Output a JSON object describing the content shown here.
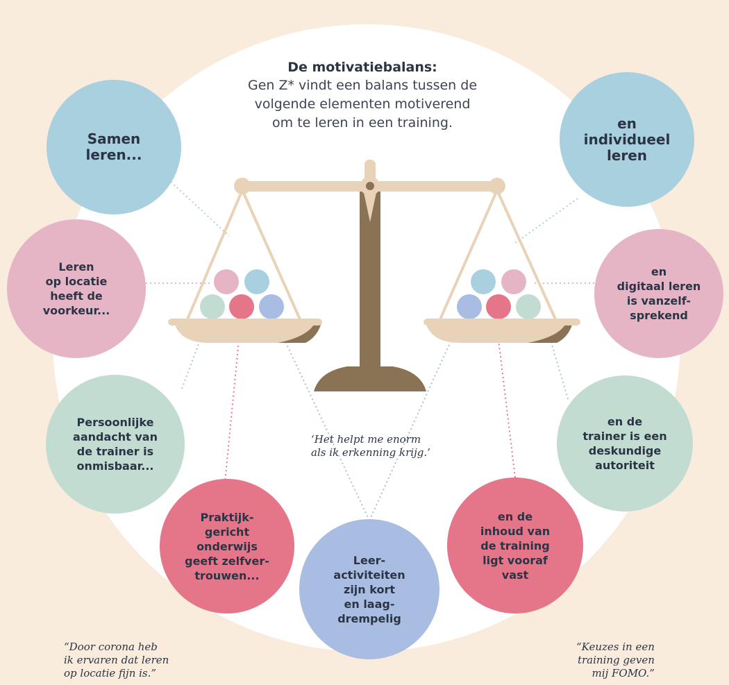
{
  "title": "De motivatiebalans:",
  "subtitle": "Gen Z* vindt een balans tussen de\nvolgende elementen motiverend\nom te leren in een training.",
  "left": [
    {
      "text": "Samen\nleren...",
      "color": "#a8d0de"
    },
    {
      "text": "Leren\nop locatie\nheeft de\nvoorkeur...",
      "color": "#e5b5c6"
    },
    {
      "text": "Persoonlijke\naandacht van\nde trainer is\nonmisbaar...",
      "color": "#c3dcd2"
    },
    {
      "text": "Praktijk-\ngericht\nonderwijs\ngeeft zelfver-\ntrouwen...",
      "color": "#e5768a"
    }
  ],
  "right": [
    {
      "text": "en\nindividueel\nleren",
      "color": "#a8d0de"
    },
    {
      "text": "en\ndigitaal leren\nis vanzelf-\nsprekend",
      "color": "#e5b5c6"
    },
    {
      "text": "en de\ntrainer is een\ndeskundige\nautoriteit",
      "color": "#c3dcd2"
    },
    {
      "text": "en de\ninhoud van\nde training\nligt vooraf\nvast",
      "color": "#e5768a"
    }
  ],
  "center": {
    "text": "Leer-\nactiviteiten\nzijn kort\nen laag-\ndrempelig",
    "color": "#a9bde2"
  },
  "quotes": {
    "center": "‘Het helpt me enorm\nals ik erkenning krijg.’",
    "bottom_left": "“Door corona heb\nik ervaren dat leren\nop locatie fijn is.”",
    "bottom_right": "“Keuzes in een\ntraining geven\nmij FOMO.”"
  },
  "colors": {
    "background": "#f9ecdd",
    "white_disc": "#ffffff",
    "scale_post": "#8a7255",
    "scale_beam": "#e8d3b8",
    "pan_shadow": "#8a7255",
    "ball_blue": "#a8d0de",
    "ball_pink": "#e5b5c6",
    "ball_mint": "#c3dcd2",
    "ball_red": "#e5768a",
    "ball_lilac": "#a9bde2"
  }
}
